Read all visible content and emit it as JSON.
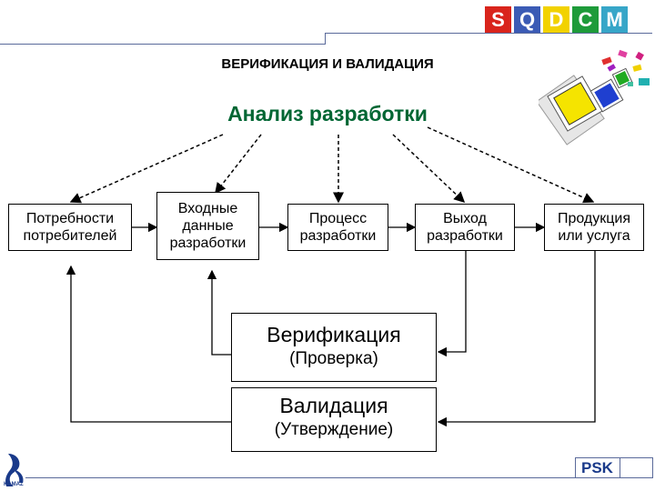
{
  "header": {
    "brand_letters": [
      {
        "letter": "S",
        "color": "#d9241c"
      },
      {
        "letter": "Q",
        "color": "#3b5bb5"
      },
      {
        "letter": "D",
        "color": "#f2d200"
      },
      {
        "letter": "C",
        "color": "#1e9b3a"
      },
      {
        "letter": "M",
        "color": "#37a6c8"
      }
    ],
    "subtitle": "ВЕРИФИКАЦИЯ И ВАЛИДАЦИЯ"
  },
  "diagram": {
    "title": "Анализ разработки",
    "boxes": {
      "needs": "Потребности потребителей",
      "input": "Входные данные разработки",
      "process": "Процесс разработки",
      "output": "Выход разработки",
      "product": "Продукция или услуга"
    },
    "verification": {
      "title": "Верификация",
      "subtitle": "(Проверка)"
    },
    "validation": {
      "title": "Валидация",
      "subtitle": "(Утверждение)"
    }
  },
  "footer": {
    "psk": "PSK",
    "logo_text": "KAMAZ"
  },
  "colors": {
    "title_green": "#006633",
    "line_blue": "#5a6a9a"
  }
}
